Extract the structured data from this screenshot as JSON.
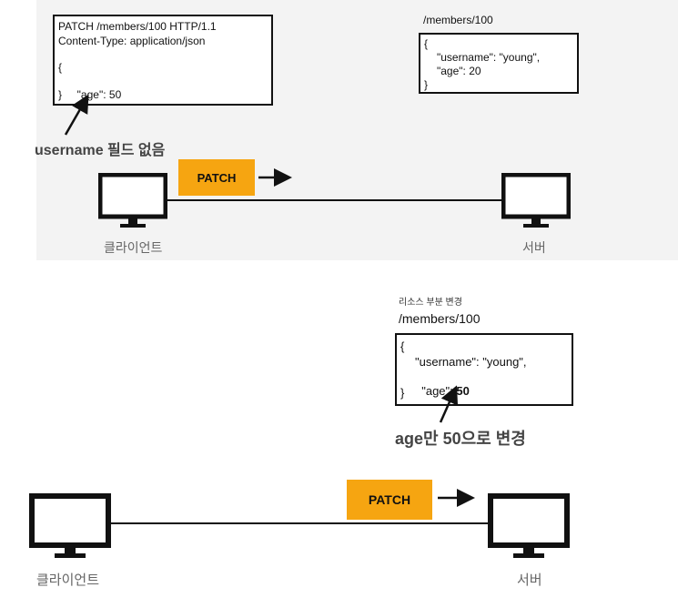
{
  "top": {
    "request_box": {
      "line1": "PATCH /members/100 HTTP/1.1",
      "line2": "Content-Type: application/json",
      "line3": "{",
      "line4_key": "\"age\":",
      "line4_val": "50",
      "line5": "}"
    },
    "annotation_bold": "username",
    "annotation_rest": " 필드 없음",
    "resource_title": "/members/100",
    "resource_box": {
      "line1": "{",
      "line2": "\"username\": \"young\",",
      "line3": "\"age\": 20",
      "line4": "}"
    },
    "method_label": "PATCH",
    "client_label": "클라이언트",
    "server_label": "서버"
  },
  "bottom": {
    "caption": "리소스 부분 변경",
    "resource_title": "/members/100",
    "resource_box": {
      "line1": "{",
      "line2": "\"username\": \"young\",",
      "line3_key": "\"age\":",
      "line3_val": "50",
      "line4": "}"
    },
    "annotation": "age만 50으로 변경",
    "method_label": "PATCH",
    "client_label": "클라이언트",
    "server_label": "서버"
  },
  "colors": {
    "accent": "#f6a511",
    "panel": "#f3f3f3",
    "ink": "#111111"
  }
}
